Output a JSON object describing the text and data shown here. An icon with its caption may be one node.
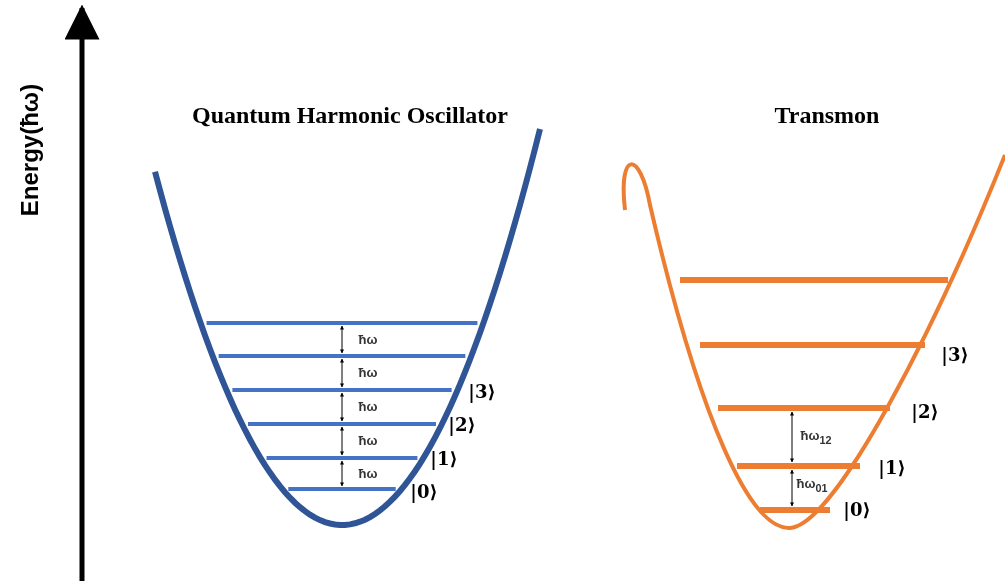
{
  "diagram": {
    "labels": [
      "Energy(ħω)",
      "Quantum Harmonic Oscillator",
      "Transmon",
      "ħω",
      "ħω",
      "ħω",
      "ħω",
      "ħω",
      "|3⟩",
      "|2⟩",
      "|1⟩",
      "|0⟩",
      "|3⟩",
      "|2⟩",
      "|1⟩",
      "|0⟩",
      "ħω$_{12}$",
      "ħω$_{01}$"
    ]
  }
}
